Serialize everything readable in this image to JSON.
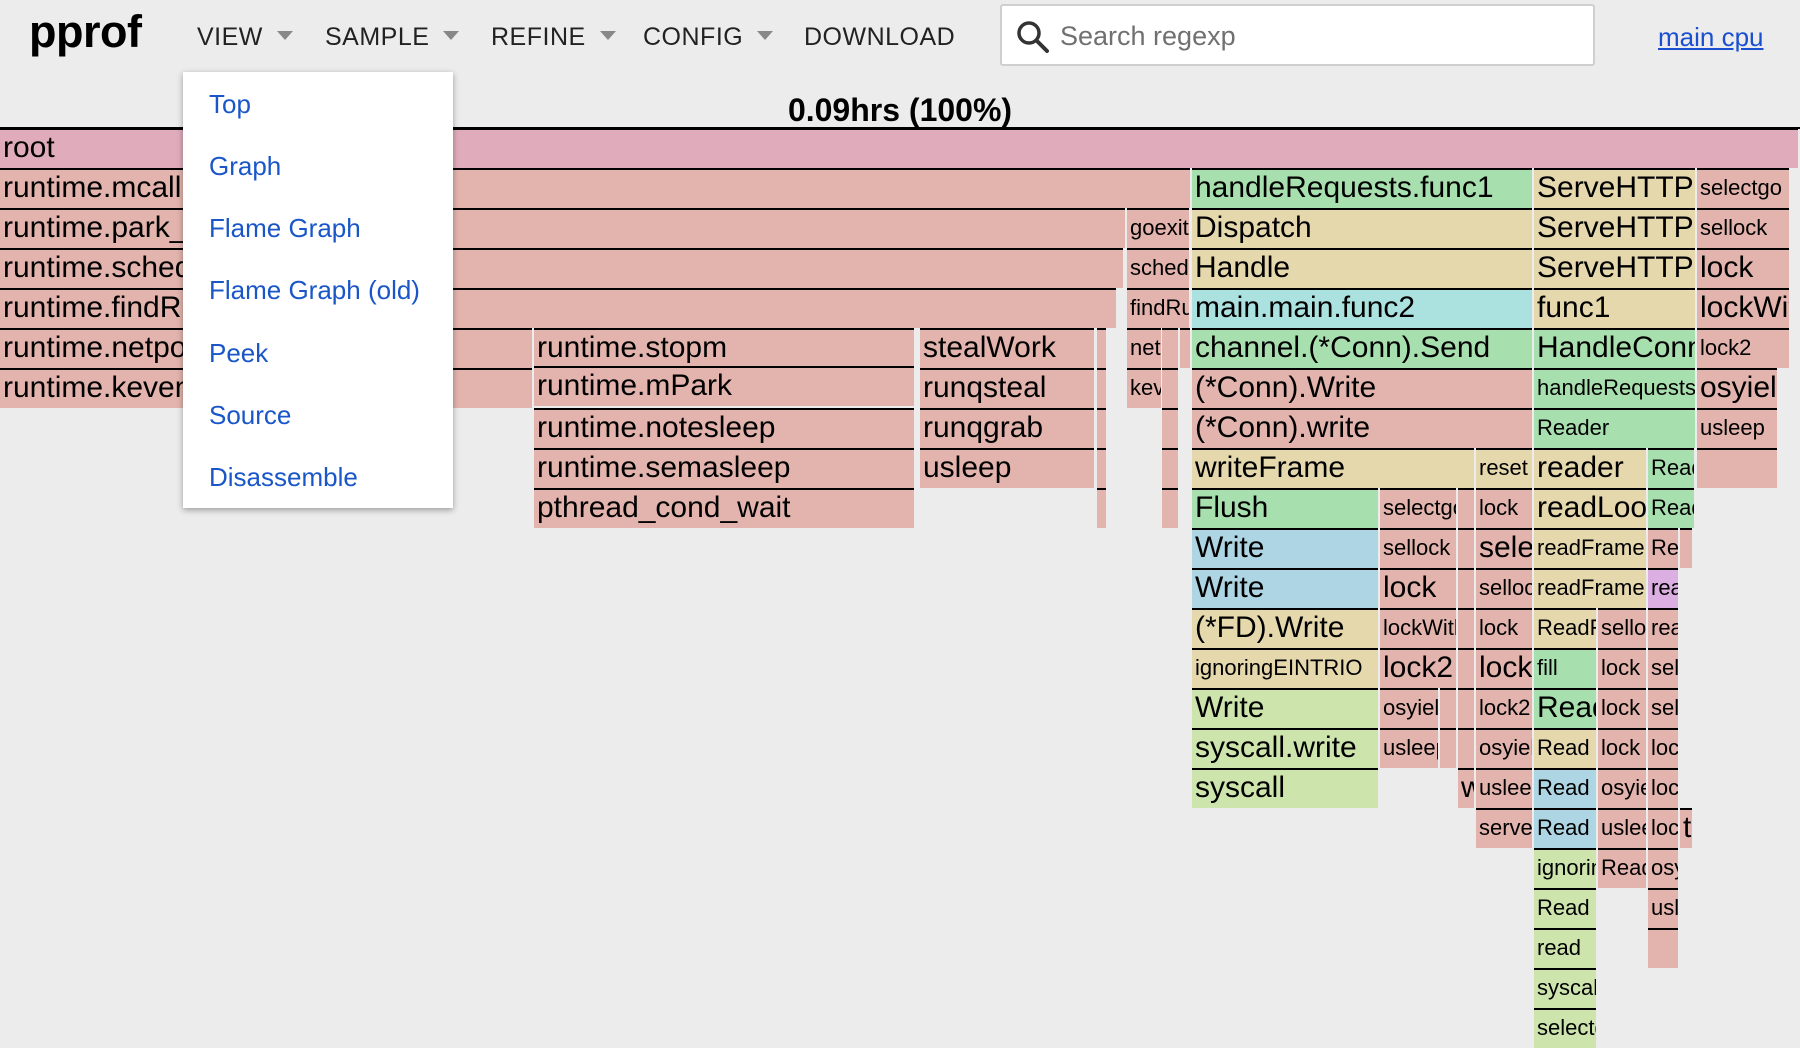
{
  "app": {
    "logo": "pprof"
  },
  "menubar": {
    "items": [
      {
        "label": "VIEW",
        "caret": true
      },
      {
        "label": "SAMPLE",
        "caret": true
      },
      {
        "label": "REFINE",
        "caret": true
      },
      {
        "label": "CONFIG",
        "caret": true
      },
      {
        "label": "DOWNLOAD",
        "caret": false
      }
    ]
  },
  "search": {
    "placeholder": "Search regexp",
    "value": ""
  },
  "profile_link": "main cpu",
  "view_menu": {
    "open": true,
    "items": [
      "Top",
      "Graph",
      "Flame Graph",
      "Flame Graph (old)",
      "Peek",
      "Source",
      "Disassemble"
    ]
  },
  "flame": {
    "title": "0.09hrs (100%)",
    "frames": [
      {
        "t": "root",
        "c": "pink"
      },
      {
        "t": "runtime.mcall",
        "c": "red"
      },
      {
        "t": "runtime.park_m",
        "c": "red"
      },
      {
        "t": "runtime.schedule",
        "c": "red"
      },
      {
        "t": "runtime.findRunnable",
        "c": "red"
      },
      {
        "t": "runtime.netpoll",
        "c": "red"
      },
      {
        "t": "runtime.kevent",
        "c": "red"
      },
      {
        "t": "runtime.stopm",
        "c": "red"
      },
      {
        "t": "runtime.mPark",
        "c": "red"
      },
      {
        "t": "runtime.notesleep",
        "c": "red"
      },
      {
        "t": "runtime.semasleep",
        "c": "red"
      },
      {
        "t": "pthread_cond_wait",
        "c": "red"
      },
      {
        "t": "stealWork",
        "c": "red"
      },
      {
        "t": "runqsteal",
        "c": "red"
      },
      {
        "t": "runqgrab",
        "c": "red"
      },
      {
        "t": "usleep",
        "c": "red"
      },
      {
        "t": "",
        "c": "red"
      },
      {
        "t": "",
        "c": "red"
      },
      {
        "t": "",
        "c": "red"
      },
      {
        "t": "",
        "c": "red"
      },
      {
        "t": "",
        "c": "red"
      },
      {
        "t": "goexit",
        "c": "red"
      },
      {
        "t": "schedule",
        "c": "red"
      },
      {
        "t": "findRunnable",
        "c": "red"
      },
      {
        "t": "netpoll",
        "c": "red"
      },
      {
        "t": "kevent",
        "c": "red"
      },
      {
        "t": "",
        "c": "red"
      },
      {
        "t": "",
        "c": "red"
      },
      {
        "t": "",
        "c": "red"
      },
      {
        "t": "",
        "c": "red"
      },
      {
        "t": "",
        "c": "red"
      },
      {
        "t": "",
        "c": "red"
      },
      {
        "t": "handleRequests.func1",
        "c": "green"
      },
      {
        "t": "Dispatch",
        "c": "tan"
      },
      {
        "t": "Handle",
        "c": "tan"
      },
      {
        "t": "main.main.func2",
        "c": "teal"
      },
      {
        "t": "channel.(*Conn).Send",
        "c": "green"
      },
      {
        "t": "(*Conn).Write",
        "c": "red"
      },
      {
        "t": "(*Conn).write",
        "c": "red"
      },
      {
        "t": "writeFrame",
        "c": "tan"
      },
      {
        "t": "Flush",
        "c": "green"
      },
      {
        "t": "Write",
        "c": "blue"
      },
      {
        "t": "Write",
        "c": "blue"
      },
      {
        "t": "(*FD).Write",
        "c": "tan"
      },
      {
        "t": "ignoringEINTRIO",
        "c": "tan"
      },
      {
        "t": "Write",
        "c": "lime"
      },
      {
        "t": "syscall.write",
        "c": "lime"
      },
      {
        "t": "syscall",
        "c": "lime"
      },
      {
        "t": "selectgo",
        "c": "red"
      },
      {
        "t": "sellock",
        "c": "red"
      },
      {
        "t": "lock",
        "c": "red"
      },
      {
        "t": "lockWithRank",
        "c": "red"
      },
      {
        "t": "lock2",
        "c": "red"
      },
      {
        "t": "osyield",
        "c": "red"
      },
      {
        "t": "usleep",
        "c": "red"
      },
      {
        "t": "",
        "c": "red"
      },
      {
        "t": "",
        "c": "red"
      },
      {
        "t": "",
        "c": "red"
      },
      {
        "t": "",
        "c": "red"
      },
      {
        "t": "",
        "c": "red"
      },
      {
        "t": "",
        "c": "red"
      },
      {
        "t": "",
        "c": "red"
      },
      {
        "t": "",
        "c": "red"
      },
      {
        "t": "",
        "c": "red"
      },
      {
        "t": "writer",
        "c": "tan"
      },
      {
        "t": "reset",
        "c": "red"
      },
      {
        "t": "lock",
        "c": "red"
      },
      {
        "t": "selectgo",
        "c": "red"
      },
      {
        "t": "sellock",
        "c": "red"
      },
      {
        "t": "lock",
        "c": "red"
      },
      {
        "t": "lockWithRank",
        "c": "red"
      },
      {
        "t": "lock2",
        "c": "red"
      },
      {
        "t": "osyield",
        "c": "red"
      },
      {
        "t": "usleep",
        "c": "red"
      },
      {
        "t": "serve",
        "c": "tan"
      },
      {
        "t": "ServeHTTP",
        "c": "tan"
      },
      {
        "t": "ServeHTTP",
        "c": "tan"
      },
      {
        "t": "ServeHTTP",
        "c": "tan"
      },
      {
        "t": "func1",
        "c": "green"
      },
      {
        "t": "HandleConnection",
        "c": "green"
      },
      {
        "t": "handleRequests",
        "c": "green"
      },
      {
        "t": "Reader",
        "c": "tan"
      },
      {
        "t": "reader",
        "c": "tan"
      },
      {
        "t": "readLoop",
        "c": "tan"
      },
      {
        "t": "readFrame",
        "c": "tan"
      },
      {
        "t": "readFrame",
        "c": "tan"
      },
      {
        "t": "ReadFull",
        "c": "green"
      },
      {
        "t": "fill",
        "c": "green"
      },
      {
        "t": "Read",
        "c": "tan"
      },
      {
        "t": "Read",
        "c": "blue"
      },
      {
        "t": "Read",
        "c": "blue"
      },
      {
        "t": "Read",
        "c": "lime"
      },
      {
        "t": "ignoringEINTRIO",
        "c": "lime"
      },
      {
        "t": "Read",
        "c": "lime"
      },
      {
        "t": "read",
        "c": "lime"
      },
      {
        "t": "syscall",
        "c": "lime"
      },
      {
        "t": "selectgo",
        "c": "red"
      },
      {
        "t": "sellock",
        "c": "red"
      },
      {
        "t": "lock",
        "c": "red"
      },
      {
        "t": "lock",
        "c": "red"
      },
      {
        "t": "lock",
        "c": "red"
      },
      {
        "t": "osyield",
        "c": "red"
      },
      {
        "t": "usleep",
        "c": "red"
      },
      {
        "t": "Reader",
        "c": "green"
      },
      {
        "t": "Reader",
        "c": "green"
      },
      {
        "t": "Reader",
        "c": "red"
      },
      {
        "t": "Reader",
        "c": "violet"
      },
      {
        "t": "read",
        "c": "red"
      },
      {
        "t": "read",
        "c": "red"
      },
      {
        "t": "selectgo",
        "c": "red"
      },
      {
        "t": "sellock",
        "c": "red"
      },
      {
        "t": "lock",
        "c": "red"
      },
      {
        "t": "lock",
        "c": "red"
      },
      {
        "t": "lock",
        "c": "red"
      },
      {
        "t": "osyield",
        "c": "red"
      },
      {
        "t": "usleep",
        "c": "red"
      },
      {
        "t": "",
        "c": "red"
      },
      {
        "t": "",
        "c": "red"
      },
      {
        "t": "timeoutLoop",
        "c": "red"
      },
      {
        "t": "selectgo",
        "c": "red"
      },
      {
        "t": "sellock",
        "c": "red"
      },
      {
        "t": "lock",
        "c": "red"
      },
      {
        "t": "lockWithRank",
        "c": "red"
      },
      {
        "t": "lock2",
        "c": "red"
      },
      {
        "t": "osyield",
        "c": "red"
      },
      {
        "t": "usleep",
        "c": "red"
      }
    ]
  }
}
